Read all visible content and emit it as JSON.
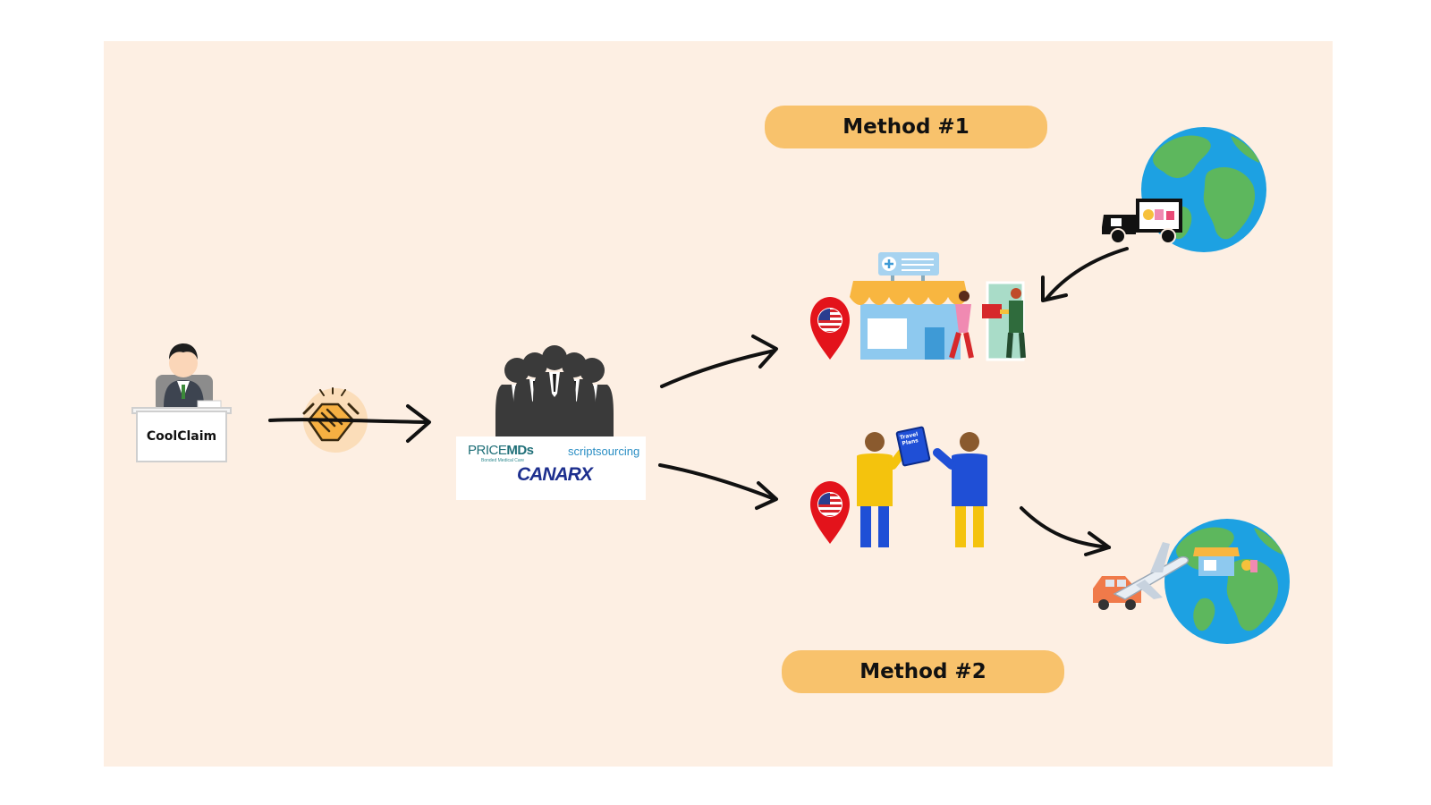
{
  "labels": {
    "coolclaim": "CoolClaim",
    "method1": "Method #1",
    "method2": "Method #2"
  },
  "partners": {
    "pricemds_price": "PRICE",
    "pricemds_mds": "MDs",
    "pricemds_sub": "Bonded Medical Care",
    "scriptsourcing": "scriptsourcing",
    "canarx": "CANARX"
  },
  "travel_book": "Travel Plans",
  "icons": [
    "businessman-at-desk-icon",
    "handshake-icon",
    "group-of-people-icon",
    "pharmacy-store-icon",
    "delivery-truck-icon",
    "globe-icon",
    "location-pin-us-flag-icon",
    "travelers-icon",
    "airplane-icon",
    "car-icon"
  ],
  "colors": {
    "background": "#fdefe3",
    "pill": "#f8c26c",
    "pin": "#e3131b",
    "ocean": "#1da1e2",
    "land": "#5db75d"
  }
}
